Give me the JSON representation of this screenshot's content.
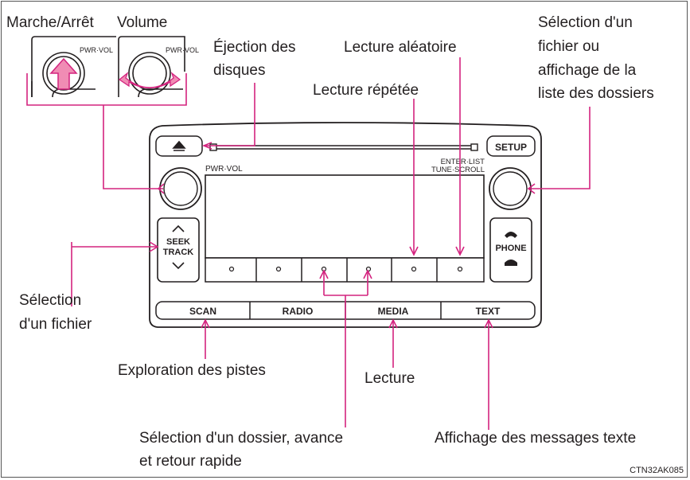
{
  "figure_code": "CTN32AK085",
  "colors": {
    "callout": "#d4237f",
    "ink": "#231f20",
    "panel": "#ffffff"
  },
  "callouts": {
    "power": "Marche/Arrêt",
    "volume": "Volume",
    "eject_line1": "Éjection des",
    "eject_line2": "disques",
    "random": "Lecture aléatoire",
    "repeat": "Lecture répétée",
    "file_folder_line1": "Sélection d'un",
    "file_folder_line2": "fichier ou",
    "file_folder_line3": "affichage de la",
    "file_folder_line4": "liste des dossiers",
    "file_select_line1": "Sélection",
    "file_select_line2": "d'un fichier",
    "scan_tracks": "Exploration des pistes",
    "play": "Lecture",
    "folder_line1": "Sélection d'un dossier, avance",
    "folder_line2": "et retour rapide",
    "text_messages": "Affichage des messages texte"
  },
  "unit": {
    "pwr_vol": "PWR·VOL",
    "enter_list": "ENTER·LIST",
    "tune_scroll": "TUNE·SCROLL",
    "setup": "SETUP",
    "seek": "SEEK",
    "track": "TRACK",
    "phone": "PHONE",
    "scan": "SCAN",
    "radio": "RADIO",
    "media": "MEDIA",
    "text": "TEXT",
    "inset_pwr_vol_left": "PWR·VOL",
    "inset_pwr_vol_right": "PWR·VOL"
  },
  "icons": [
    "eject-icon",
    "seek-up-icon",
    "seek-down-icon",
    "phone-pickup-icon",
    "phone-hangup-icon",
    "press-arrow-icon",
    "rotate-arrow-icon"
  ]
}
